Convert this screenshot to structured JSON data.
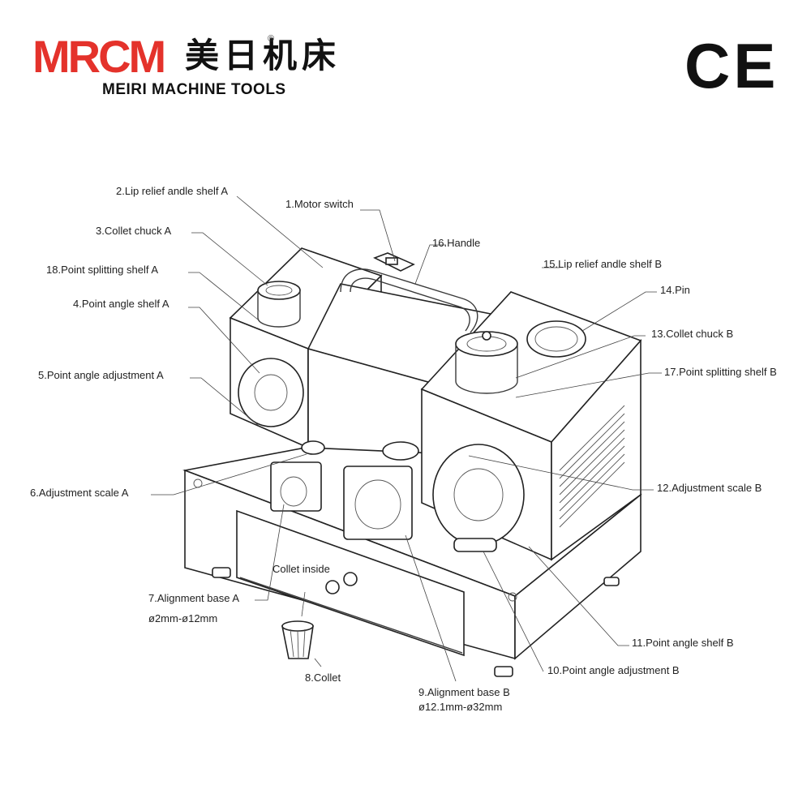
{
  "brand": {
    "logo": "MRCM",
    "chinese_name": "美日机床",
    "registered_mark": "®",
    "subtitle": "MEIRI MACHINE TOOLS",
    "certification": "CE"
  },
  "labels": [
    {
      "id": "motor-switch",
      "text": "1.Motor switch"
    },
    {
      "id": "lip-relief-shelf-a",
      "text": "2.Lip relief andle shelf A"
    },
    {
      "id": "collet-chuck-a",
      "text": "3.Collet chuck A"
    },
    {
      "id": "point-angle-shelf-a",
      "text": "4.Point angle shelf A"
    },
    {
      "id": "point-angle-adjustment-a",
      "text": "5.Point angle adjustment A"
    },
    {
      "id": "adjustment-scale-a",
      "text": "6.Adjustment scale A"
    },
    {
      "id": "alignment-base-a",
      "text": "7.Alignment base A"
    },
    {
      "id": "collet",
      "text": "8.Collet"
    },
    {
      "id": "alignment-base-b",
      "text": "9.Alignment base B"
    },
    {
      "id": "point-angle-adjustment-b",
      "text": "10.Point angle adjustment B"
    },
    {
      "id": "point-angle-shelf-b",
      "text": "11.Point angle shelf B"
    },
    {
      "id": "adjustment-scale-b",
      "text": "12.Adjustment scale B"
    },
    {
      "id": "collet-chuck-b",
      "text": "13.Collet chuck B"
    },
    {
      "id": "pin",
      "text": "14.Pin"
    },
    {
      "id": "lip-relief-shelf-b",
      "text": "15.Lip relief andle shelf B"
    },
    {
      "id": "handle",
      "text": "16.Handle"
    },
    {
      "id": "point-splitting-shelf-b",
      "text": "17.Point splitting shelf B"
    },
    {
      "id": "point-splitting-shelf-a",
      "text": "18.Point splitting shelf A"
    },
    {
      "id": "collet-inside",
      "text": "Collet inside"
    }
  ],
  "specs": {
    "alignment_base_a_range": "ø2mm-ø12mm",
    "alignment_base_b_range": "ø12.1mm-ø32mm"
  }
}
